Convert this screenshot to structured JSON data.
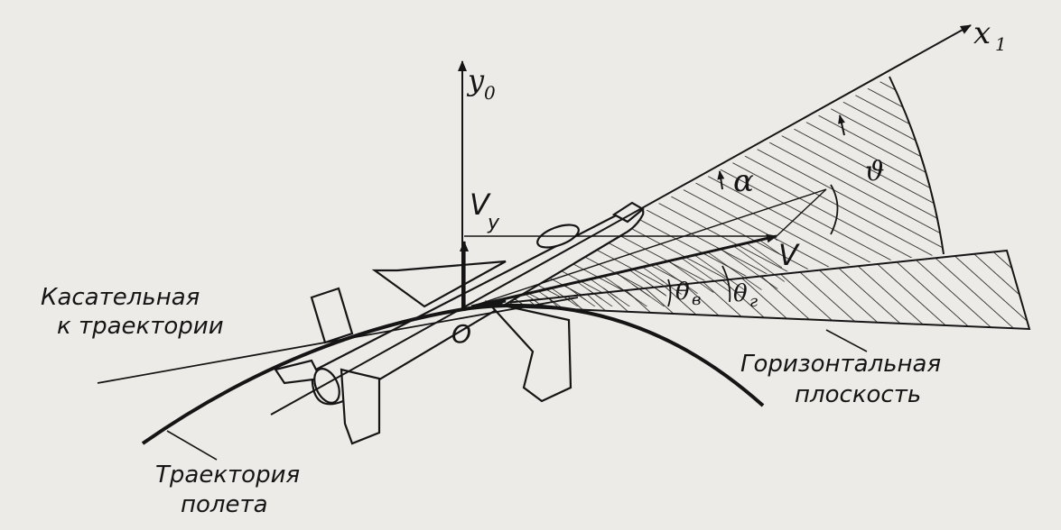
{
  "labels": {
    "x_axis": "x",
    "x_axis_sub": "1",
    "y_axis": "y",
    "y_axis_sub": "0",
    "velocity_vertical": "V",
    "velocity_vertical_sub": "y",
    "velocity": "V",
    "alpha": "α",
    "theta_pitch": "ϑ",
    "theta_v": "θ",
    "theta_v_sub": "в",
    "theta_g": "θ",
    "theta_g_sub": "г",
    "origin": "O",
    "tangent_line1": "Касательная",
    "tangent_line2": "к траектории",
    "horizontal_line1": "Горизонтальная",
    "horizontal_line2": "плоскость",
    "trajectory_line1": "Траектория",
    "trajectory_line2": "полета"
  },
  "colors": {
    "ink": "#151515",
    "paper": "#ecebe7"
  }
}
